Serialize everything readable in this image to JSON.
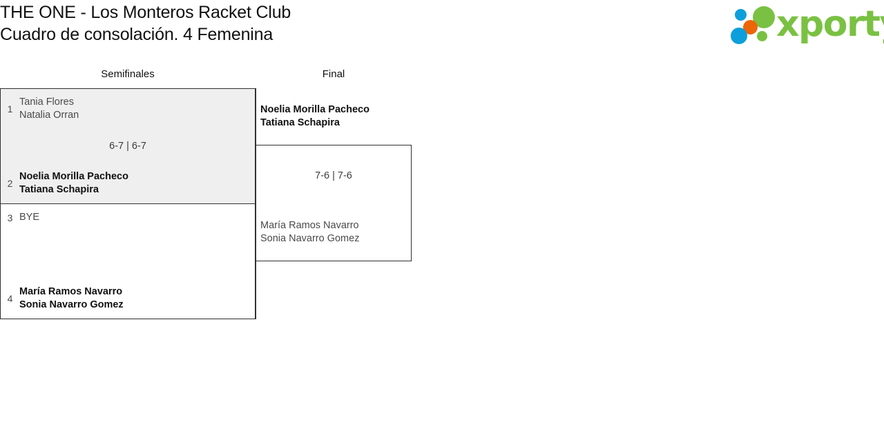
{
  "header": {
    "title_line1": "THE ONE - Los Monteros Racket Club",
    "title_line2": "Cuadro de consolación. 4 Femenina",
    "logo_word": "xporty",
    "logo_colors": {
      "green": "#7ac143",
      "blue": "#0d9fdb",
      "orange": "#ec6608"
    }
  },
  "bracket": {
    "rounds": [
      {
        "id": "semifinals",
        "label": "Semifinales"
      },
      {
        "id": "final",
        "label": "Final"
      }
    ],
    "semifinals": [
      {
        "id": "sf1",
        "shaded": true,
        "score": "6-7 | 6-7",
        "top": {
          "seed": "1",
          "player1": "Tania Flores",
          "player2": "Natalia Orran",
          "result": "loser"
        },
        "bottom": {
          "seed": "2",
          "player1": "Noelia Morilla Pacheco",
          "player2": "Tatiana Schapira",
          "result": "winner"
        }
      },
      {
        "id": "sf2",
        "shaded": false,
        "score": "",
        "top": {
          "seed": "3",
          "player1": "BYE",
          "player2": "",
          "result": "loser"
        },
        "bottom": {
          "seed": "4",
          "player1": "María Ramos Navarro",
          "player2": "Sonia Navarro Gomez",
          "result": "winner"
        }
      }
    ],
    "final": {
      "id": "final-match",
      "score": "7-6 | 7-6",
      "top": {
        "player1": "Noelia Morilla Pacheco",
        "player2": "Tatiana Schapira",
        "result": "winner"
      },
      "bottom": {
        "player1": "María Ramos Navarro",
        "player2": "Sonia Navarro Gomez",
        "result": "loser"
      }
    }
  }
}
